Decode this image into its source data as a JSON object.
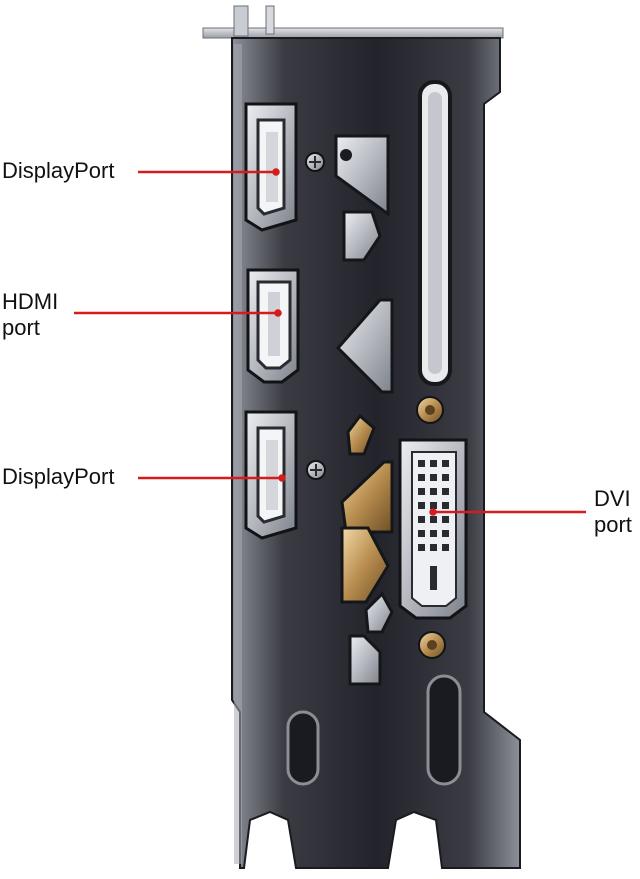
{
  "labels": {
    "displayport_top": "DisplayPort",
    "hdmi_line1": "HDMI",
    "hdmi_line2": "port",
    "displayport_bottom": "DisplayPort",
    "dvi_line1": "DVI",
    "dvi_line2": "port"
  },
  "colors": {
    "callout_line": "#d41c1c",
    "bracket_dark": "#2b2c33",
    "bracket_silver": "#b9bbc1",
    "label_text": "#111111"
  }
}
